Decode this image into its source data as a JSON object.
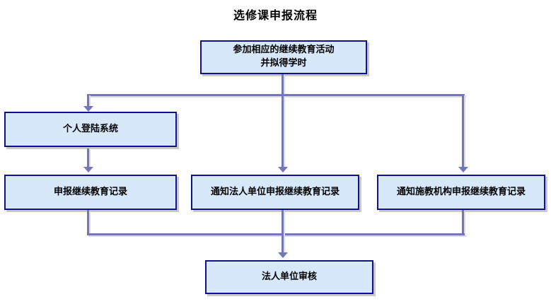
{
  "diagram": {
    "title": "选修课申报流程",
    "type": "flowchart",
    "nodes": {
      "start": {
        "line1": "参加相应的继续教育活动",
        "line2": "并拟得学时"
      },
      "login": {
        "label": "个人登陆系统"
      },
      "declare": {
        "label": "申报继续教育记录"
      },
      "notify_legal": {
        "label": "通知法人单位申报继续教育记录"
      },
      "notify_teach": {
        "label": "通知施教机构申报继续教育记录"
      },
      "review": {
        "label": "法人单位审核"
      }
    },
    "edges": [
      {
        "from": "start",
        "to": "login"
      },
      {
        "from": "start",
        "to": "notify_legal"
      },
      {
        "from": "start",
        "to": "notify_teach"
      },
      {
        "from": "login",
        "to": "declare"
      },
      {
        "from": "declare",
        "to": "review"
      },
      {
        "from": "notify_legal",
        "to": "review"
      },
      {
        "from": "notify_teach",
        "to": "review"
      }
    ],
    "colors": {
      "box_fill": "#d6e8fa",
      "box_border": "#11118e",
      "box_shadow": "#c9c9c9",
      "connector": "#7377b5",
      "title_text": "#000000",
      "box_text": "#000000",
      "background": "#ffffff"
    }
  }
}
